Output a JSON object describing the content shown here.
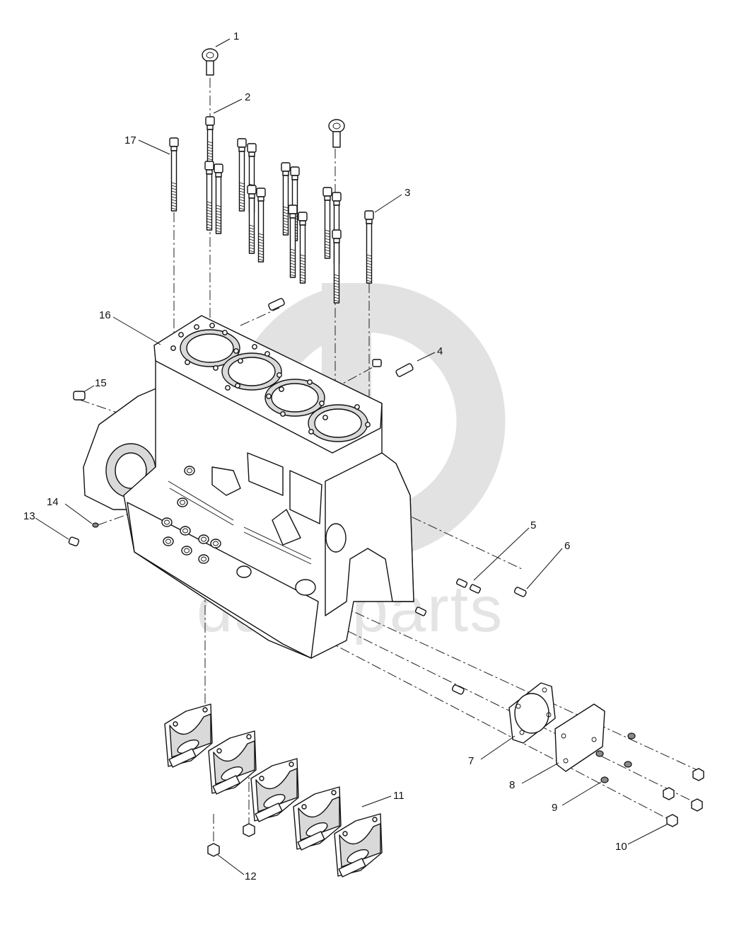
{
  "watermark": {
    "text": "data-parts",
    "color": "#e2e2e2"
  },
  "callouts": [
    {
      "id": "1",
      "label": "1"
    },
    {
      "id": "2",
      "label": "2"
    },
    {
      "id": "3",
      "label": "3"
    },
    {
      "id": "4",
      "label": "4"
    },
    {
      "id": "5",
      "label": "5"
    },
    {
      "id": "6",
      "label": "6"
    },
    {
      "id": "7",
      "label": "7"
    },
    {
      "id": "8",
      "label": "8"
    },
    {
      "id": "9",
      "label": "9"
    },
    {
      "id": "10",
      "label": "10"
    },
    {
      "id": "11",
      "label": "11"
    },
    {
      "id": "12",
      "label": "12"
    },
    {
      "id": "13",
      "label": "13"
    },
    {
      "id": "14",
      "label": "14"
    },
    {
      "id": "15",
      "label": "15"
    },
    {
      "id": "16",
      "label": "16"
    },
    {
      "id": "17",
      "label": "17"
    }
  ],
  "colors": {
    "line": "#111111",
    "fill_light": "#d9d9d9",
    "fill_dark": "#8a8a8a"
  }
}
